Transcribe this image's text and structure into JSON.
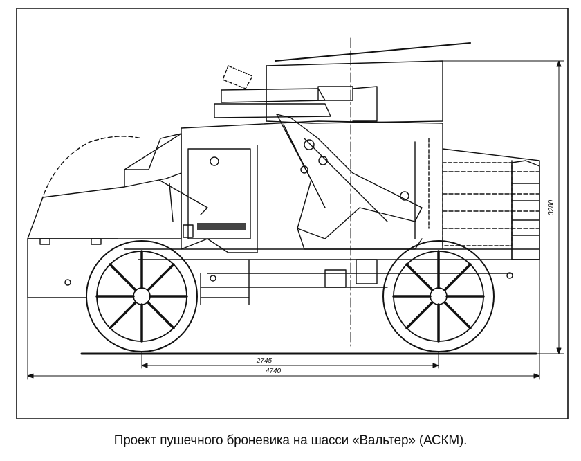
{
  "figure": {
    "caption": "Проект пушечного броневика на шасси «Вальтер» (АСКМ).",
    "dimensions": {
      "wheelbase": "2745",
      "overall_length": "4740",
      "overall_height": "3280"
    }
  }
}
